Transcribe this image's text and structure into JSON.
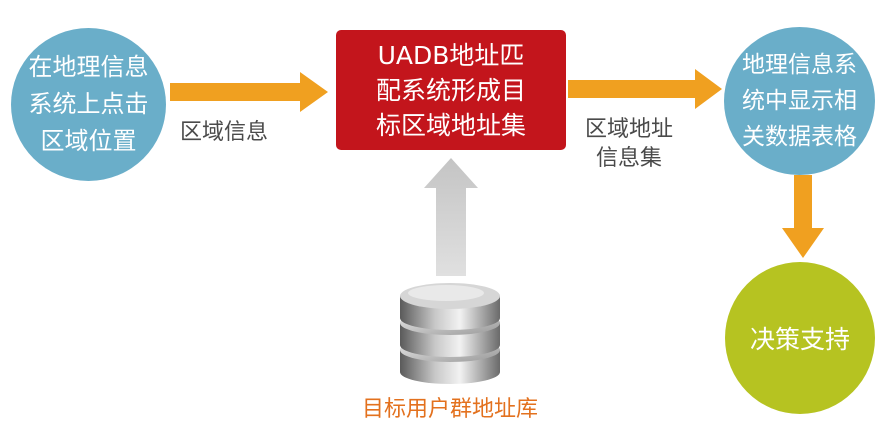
{
  "nodes": {
    "click_region": {
      "lines": [
        "在地理信息",
        "系统上点击",
        "区域位置"
      ],
      "color": "#6aaec9"
    },
    "match": {
      "lines": [
        "UADB地址匹",
        "配系统形成目",
        "标区域地址集"
      ],
      "color": "#c3151c"
    },
    "gis_table": {
      "lines": [
        "地理信息系",
        "统中显示相",
        "关数据表格"
      ],
      "color": "#6aaec9"
    },
    "decision": {
      "lines": [
        "决策支持"
      ],
      "color": "#b6c321"
    },
    "database": {
      "icon": "database-icon",
      "label": "目标用户群地址库"
    }
  },
  "edges": {
    "region_info": {
      "lines": [
        "区域信息"
      ]
    },
    "address_set": {
      "lines": [
        "区域地址",
        "信息集"
      ]
    }
  },
  "colors": {
    "arrow_orange": "#f0a020",
    "arrow_gray": "#cfcfcf",
    "db_label": "#e3711e"
  }
}
